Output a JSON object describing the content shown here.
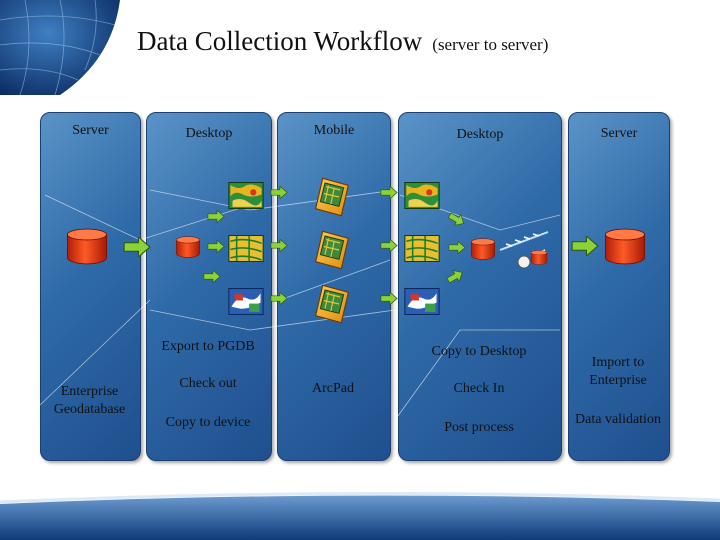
{
  "title": {
    "main": "Data Collection Workflow",
    "sub": "(server to server)"
  },
  "columns": {
    "server_left": {
      "header": "Server",
      "label": "Enterprise Geodatabase"
    },
    "desktop_left": {
      "header": "Desktop",
      "steps": [
        "Export to PGDB",
        "Check out",
        "Copy to device"
      ]
    },
    "mobile": {
      "header": "Mobile",
      "label": "ArcPad"
    },
    "desktop_right": {
      "header": "Desktop",
      "steps": [
        "Copy to Desktop",
        "Check In",
        "Post process"
      ]
    },
    "server_right": {
      "header": "Server",
      "steps": [
        "Import to Enterprise",
        "Data validation"
      ]
    }
  },
  "colors": {
    "panel": "#2f6aa8",
    "database": "#e83a10",
    "arrow": "#8bd13a",
    "device": "#f0a020"
  },
  "icons": [
    "globe-icon",
    "database-icon",
    "map-icon",
    "pda-icon",
    "arrow-icon",
    "network-icon"
  ]
}
